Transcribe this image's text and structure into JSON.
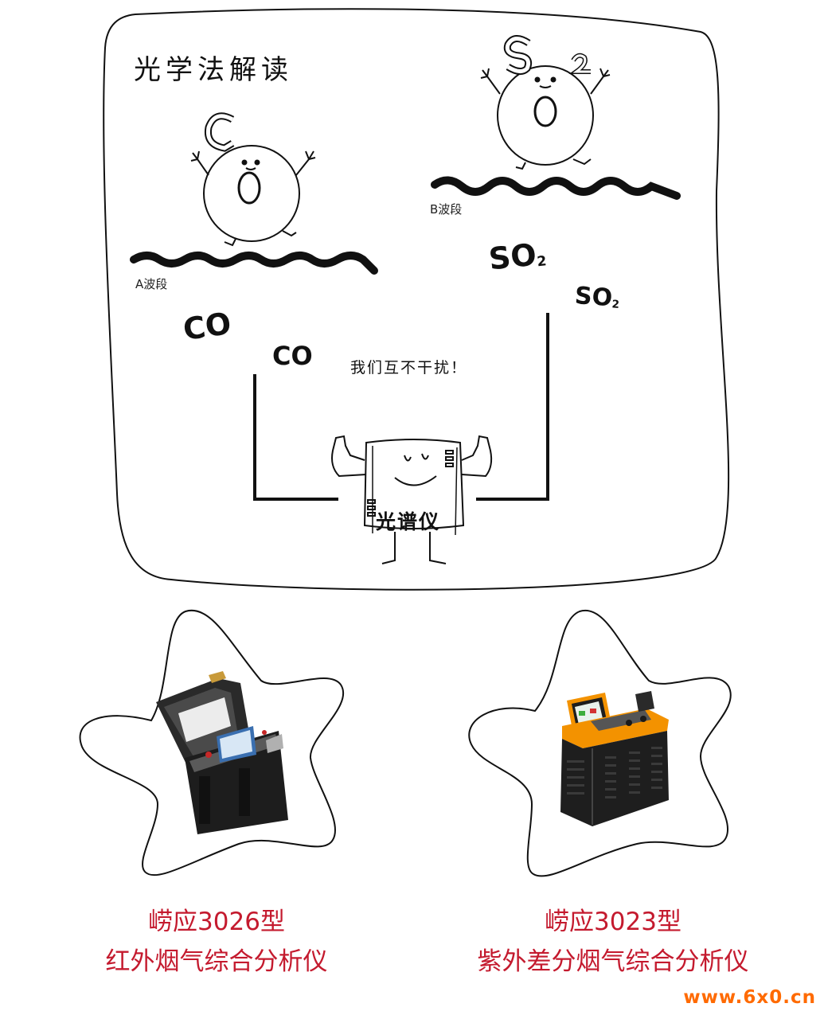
{
  "panel": {
    "title": "光学法解读",
    "band_a_label": "A波段",
    "band_b_label": "B波段",
    "gas_co": "CO",
    "gas_so2_base": "SO",
    "gas_so2_sub": "2",
    "speech": "我们互不干扰！",
    "mascot_label": "光谱仪",
    "mascot_icons": [
      "carbon-character-icon",
      "sulfur-character-icon",
      "spectrometer-mascot-icon"
    ]
  },
  "products": [
    {
      "model": "崂应3026型",
      "description": "红外烟气综合分析仪",
      "icon": "infrared-analyzer-device-image"
    },
    {
      "model": "崂应3023型",
      "description": "紫外差分烟气综合分析仪",
      "icon": "uv-analyzer-device-image"
    }
  ],
  "watermark": "www.6x0.cn",
  "colors": {
    "product_text": "#c41a2e",
    "watermark": "#ff6a00",
    "device_orange": "#f39200"
  }
}
